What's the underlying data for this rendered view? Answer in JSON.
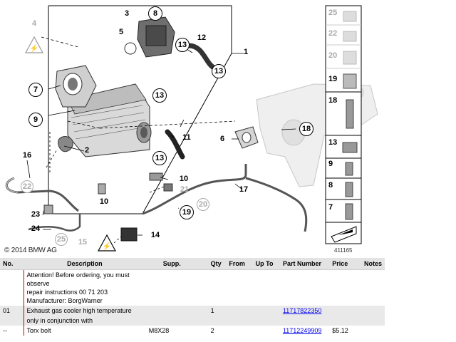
{
  "diagram": {
    "copyright": "© 2014 BMW AG",
    "diagram_id": "411165",
    "callouts": [
      "1",
      "2",
      "3",
      "4",
      "5",
      "6",
      "7",
      "8",
      "9",
      "10",
      "10",
      "11",
      "12",
      "13",
      "13",
      "13",
      "13",
      "14",
      "15",
      "16",
      "17",
      "18",
      "19",
      "20",
      "21",
      "22",
      "23",
      "24",
      "25"
    ],
    "side_labels": [
      "25",
      "22",
      "20",
      "19",
      "18",
      "13",
      "9",
      "8",
      "7"
    ]
  },
  "table": {
    "headers": {
      "no": "No.",
      "description": "Description",
      "supp": "Supp.",
      "qty": "Qty",
      "from": "From",
      "upto": "Up To",
      "part_number": "Part Number",
      "price": "Price",
      "notes": "Notes"
    },
    "note_lines": [
      "Attention! Before ordering, you must",
      "observe",
      "repair instructions 00 71 203",
      "Manufacturer: BorgWarner"
    ],
    "rows": [
      {
        "no": "01",
        "description": "Exhaust gas cooler high temperature",
        "supp": "",
        "qty": "1",
        "part_number": "11717822350",
        "price": ""
      },
      {
        "no": "",
        "description": "only in conjunction with",
        "supp": "",
        "qty": "",
        "part_number": "",
        "price": ""
      },
      {
        "no": "--",
        "description": "Torx bolt",
        "supp": "M8X28",
        "qty": "2",
        "part_number": "11712249909",
        "price": "$5.12"
      }
    ]
  }
}
